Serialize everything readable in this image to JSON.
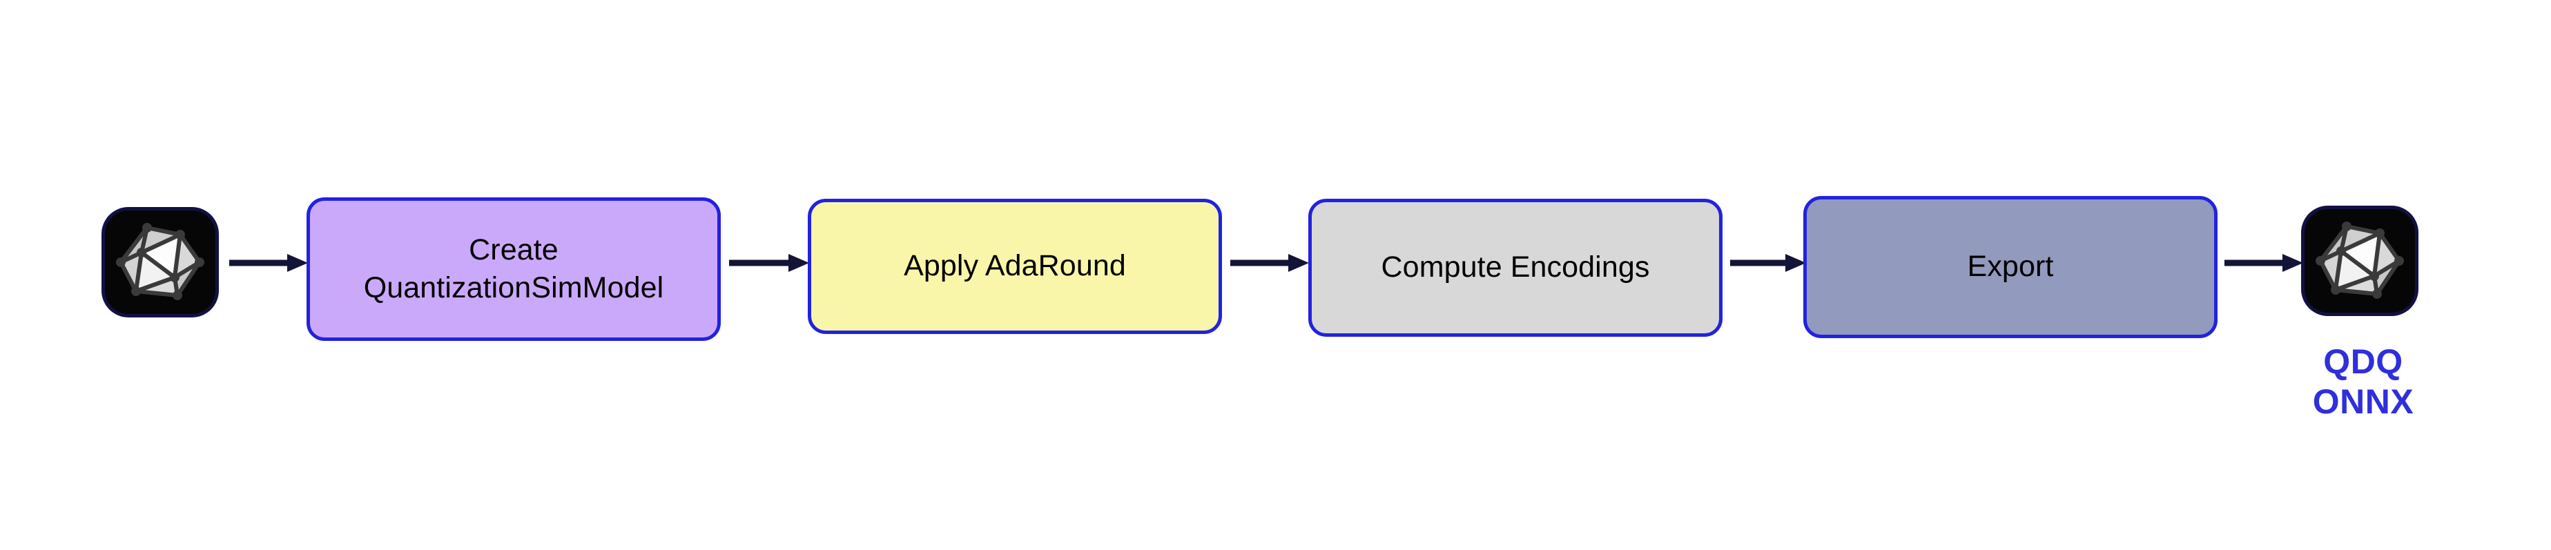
{
  "diagram": {
    "title": "AIMET ONNX AdaRound quantization workflow",
    "background_color": "#FFFFFF",
    "arrow_color": "#141438",
    "box_border_color": "#2222E0"
  },
  "nodes": {
    "input_model": {
      "icon_name": "onnx-model-icon",
      "icon_background": "#060606",
      "caption": ""
    },
    "output_model": {
      "icon_name": "onnx-model-icon",
      "icon_background": "#060606",
      "caption": "QDQ\nONNX",
      "caption_color": "#2F2FDC"
    }
  },
  "steps": [
    {
      "id": "create-quantizationsimmodel",
      "label": "Create\nQuantizationSimModel",
      "fill": "#CBA9FA",
      "border": "#2222E0"
    },
    {
      "id": "apply-adaround",
      "label": "Apply AdaRound",
      "fill": "#F9F6A9",
      "border": "#2222E0"
    },
    {
      "id": "compute-encodings",
      "label": "Compute Encodings",
      "fill": "#D8D8D8",
      "border": "#2222E0"
    },
    {
      "id": "export",
      "label": "Export",
      "fill": "#929ABD",
      "border": "#2222E0"
    }
  ],
  "connectors": [
    {
      "id": "arrow-input-to-create",
      "from": "input_model",
      "to": "create-quantizationsimmodel"
    },
    {
      "id": "arrow-create-to-adaround",
      "from": "create-quantizationsimmodel",
      "to": "apply-adaround"
    },
    {
      "id": "arrow-adaround-to-encodings",
      "from": "apply-adaround",
      "to": "compute-encodings"
    },
    {
      "id": "arrow-encodings-to-export",
      "from": "compute-encodings",
      "to": "export"
    },
    {
      "id": "arrow-export-to-output",
      "from": "export",
      "to": "output_model"
    }
  ]
}
